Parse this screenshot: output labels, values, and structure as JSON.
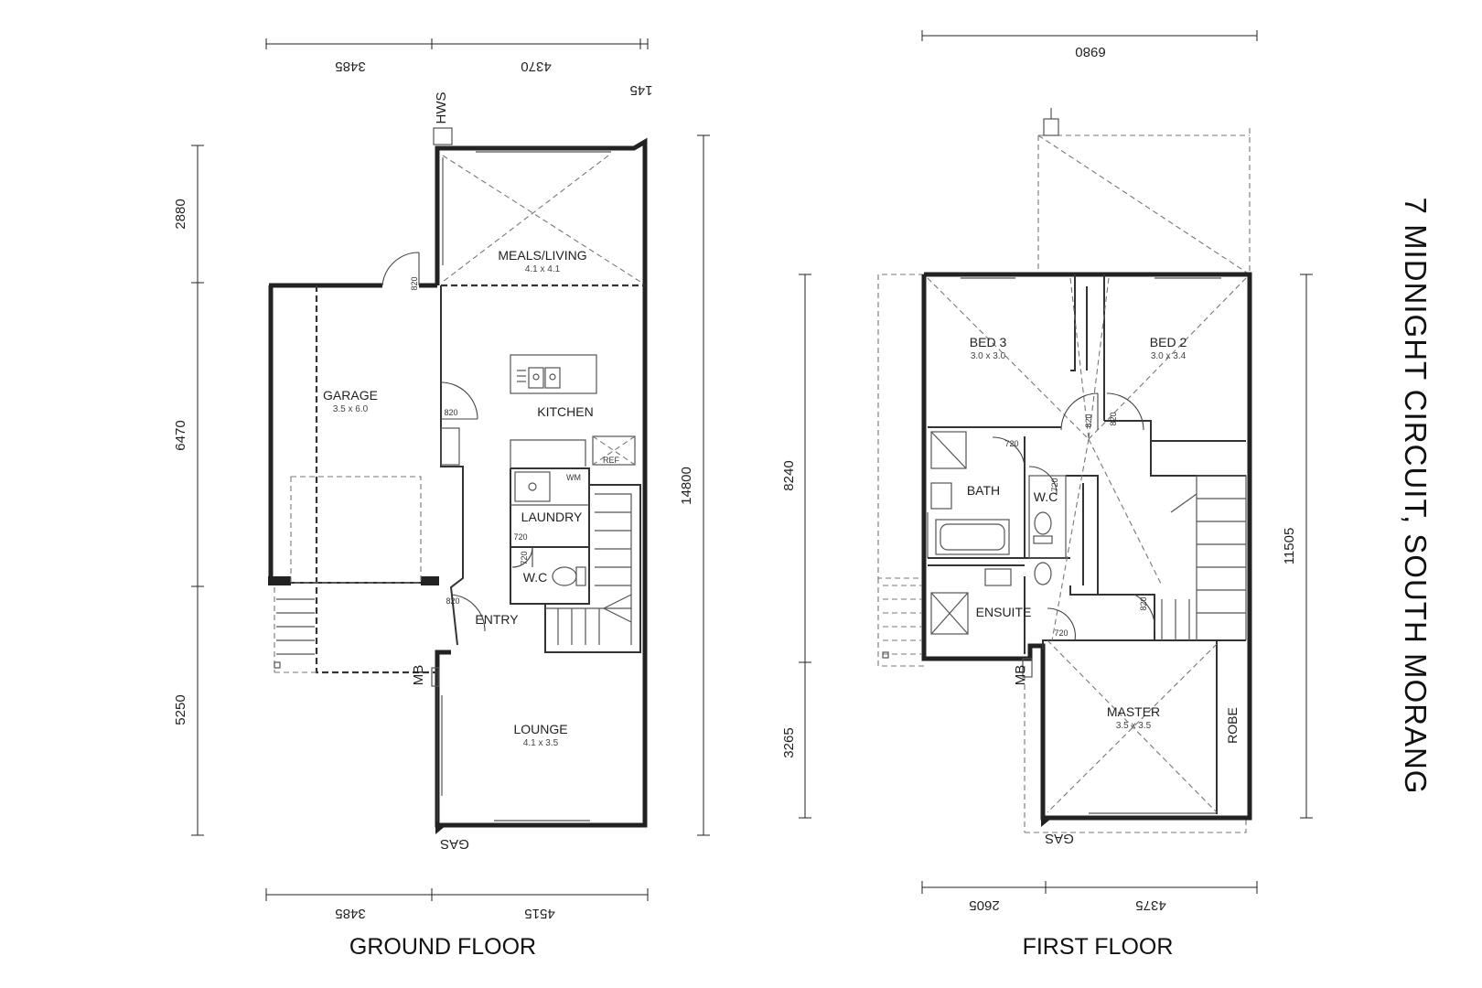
{
  "address": "7 MIDNIGHT CIRCUIT, SOUTH MORANG",
  "ground_floor": {
    "title": "GROUND FLOOR",
    "rooms": {
      "meals_living": {
        "name": "MEALS/LIVING",
        "size": "4.1 x 4.1"
      },
      "garage": {
        "name": "GARAGE",
        "size": "3.5 x 6.0"
      },
      "kitchen": {
        "name": "KITCHEN"
      },
      "laundry": {
        "name": "LAUNDRY"
      },
      "wc": {
        "name": "W.C"
      },
      "entry": {
        "name": "ENTRY"
      },
      "lounge": {
        "name": "LOUNGE",
        "size": "4.1 x 3.5"
      }
    },
    "labels": {
      "hws": "HWS",
      "mb": "MB",
      "gas": "GAS",
      "wm": "WM",
      "ref": "REF"
    },
    "doors": {
      "garage_rear": "820",
      "kitchen": "820",
      "entry": "820",
      "laundry": "720",
      "wc": "720"
    },
    "dims_top": [
      "3485",
      "4370",
      "145"
    ],
    "dims_bottom": [
      "3485",
      "4515"
    ],
    "dims_left": [
      "2880",
      "6470",
      "5250"
    ],
    "dim_right": "14800"
  },
  "first_floor": {
    "title": "FIRST FLOOR",
    "rooms": {
      "bed3": {
        "name": "BED 3",
        "size": "3.0 x 3.0"
      },
      "bed2": {
        "name": "BED 2",
        "size": "3.0 x 3.4"
      },
      "bath": {
        "name": "BATH"
      },
      "wc": {
        "name": "W.C"
      },
      "ensuite": {
        "name": "ENSUITE"
      },
      "master": {
        "name": "MASTER",
        "size": "3.5 x 3.5"
      },
      "robe": {
        "name": "ROBE"
      }
    },
    "labels": {
      "mb": "MB",
      "gas": "GAS"
    },
    "doors": {
      "bed3": "820",
      "bed2": "820",
      "bath": "720",
      "wc": "720",
      "ensuite": "720",
      "master": "820"
    },
    "dim_top": "6980",
    "dims_bottom": [
      "2605",
      "4375"
    ],
    "dims_left": [
      "8240",
      "3265"
    ],
    "dim_right": "11505"
  }
}
